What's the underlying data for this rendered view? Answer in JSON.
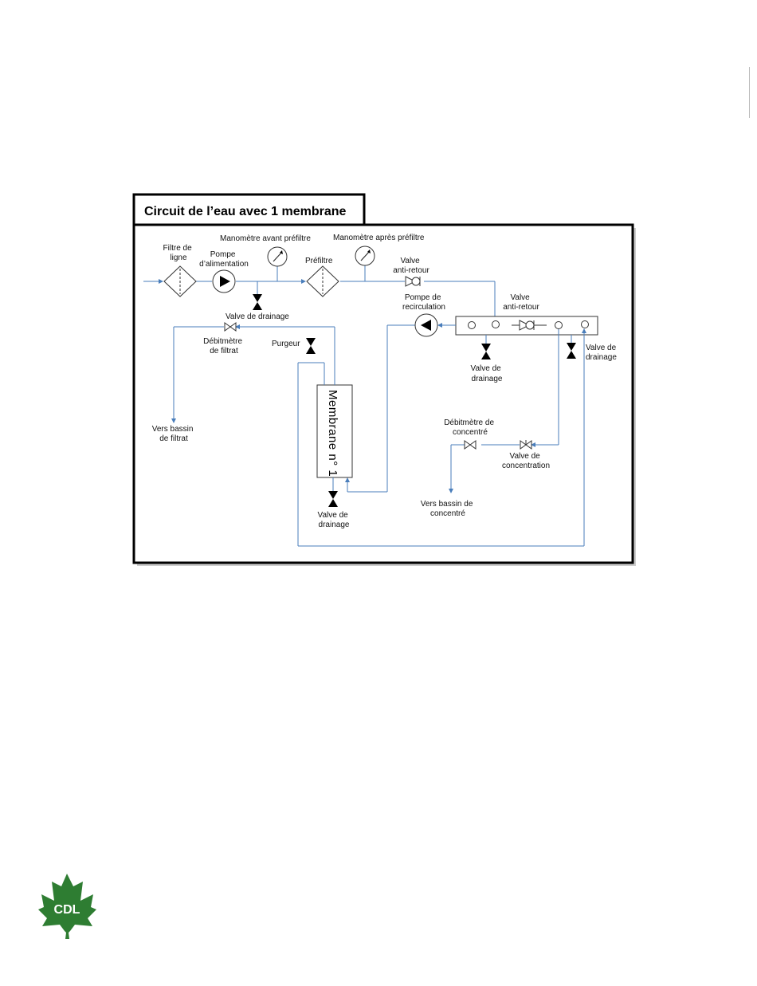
{
  "title": "Circuit de l’eau avec 1 membrane",
  "labels": {
    "filtre_ligne": [
      "Filtre de",
      "ligne"
    ],
    "pompe_alimentation": [
      "Pompe",
      "d’alimentation"
    ],
    "manometre_avant": "Manomètre avant préfiltre",
    "prefiltre": "Préfiltre",
    "manometre_apres": "Manomètre après préfiltre",
    "valve_antiretour_1": [
      "Valve",
      "anti-retour"
    ],
    "valve_drainage_1": "Valve de drainage",
    "debitmetre_filtrat": [
      "Débitmètre",
      "de filtrat"
    ],
    "purgeur": "Purgeur",
    "pompe_recirculation": [
      "Pompe de",
      "recirculation"
    ],
    "valve_antiretour_2": [
      "Valve",
      "anti-retour"
    ],
    "valve_drainage_2": [
      "Valve de",
      "drainage"
    ],
    "valve_drainage_3": [
      "Valve de",
      "drainage"
    ],
    "membrane": "Membrane n° 1",
    "vers_bassin_filtrat": [
      "Vers bassin",
      "de filtrat"
    ],
    "debitmetre_concentre": [
      "Débitmètre de",
      "concentré"
    ],
    "valve_concentration": [
      "Valve de",
      "concentration"
    ],
    "vers_bassin_concentre": [
      "Vers bassin de",
      "concentré"
    ],
    "valve_drainage_4": [
      "Valve de",
      "drainage"
    ]
  },
  "logo": {
    "text": "CDL",
    "color": "#2e7d32"
  },
  "colors": {
    "pipe": "#4a7ebb",
    "frame": "#000000"
  }
}
